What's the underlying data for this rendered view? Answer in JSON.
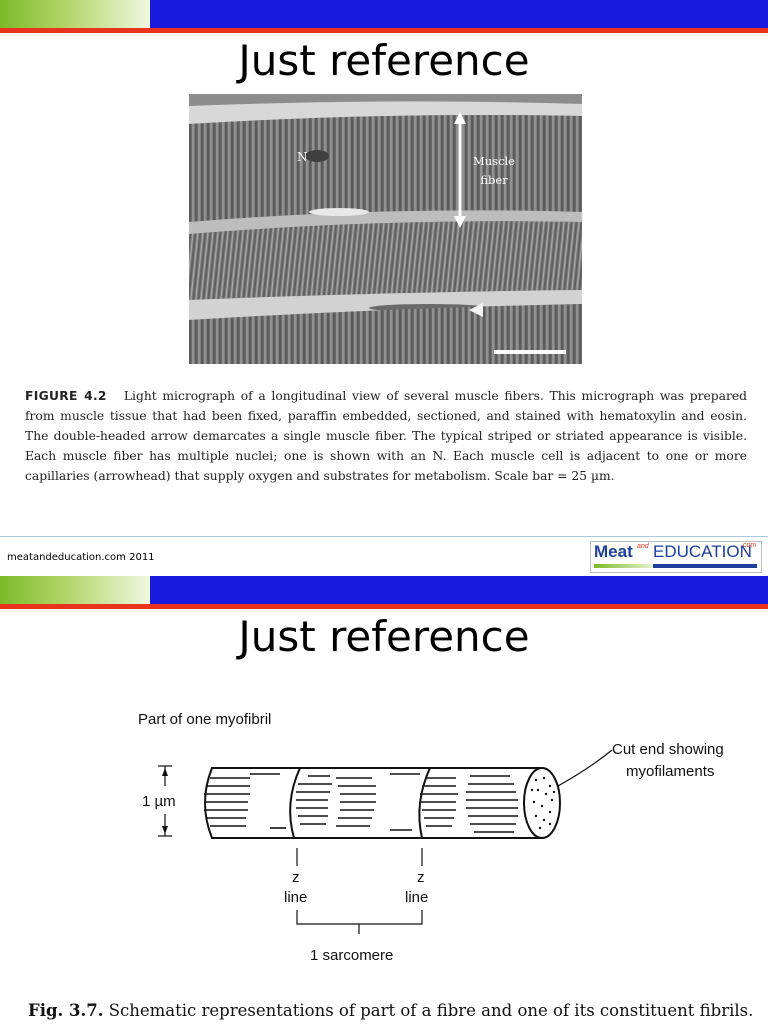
{
  "colors": {
    "header_green": "#7dba2a",
    "header_blue": "#1a1adf",
    "header_red": "#e8341c",
    "logo_blue": "#1b3f9a"
  },
  "slide1": {
    "title": "Just reference",
    "micrograph": {
      "label_n": "N",
      "label_fiber_1": "Muscle",
      "label_fiber_2": "fiber"
    },
    "caption": {
      "figure_label": "FIGURE 4.2",
      "text": "Light micrograph of a longitudinal view of several muscle fibers. This micrograph was prepared from muscle tissue that had been fixed, paraffin embedded, sectioned, and stained with hematoxylin and eosin. The double-headed arrow demarcates a single muscle fiber. The typical striped or striated appearance is visible. Each muscle fiber has multiple nuclei; one is shown with an N. Each muscle cell is adjacent to one or more capillaries (arrowhead) that supply oxygen and substrates for metabolism. Scale bar = 25 µm."
    },
    "footer": {
      "text": "meatandeducation.com 2011",
      "logo_meat": "Meat",
      "logo_and": "and",
      "logo_education": "EDUCATION",
      "logo_com": "com"
    }
  },
  "slide2": {
    "title": "Just reference",
    "diagram": {
      "heading": "Part of one myofibril",
      "scale_label": "1 µm",
      "cut_end_1": "Cut end showing",
      "cut_end_2": "myofilaments",
      "z_label": "z",
      "line_label": "line",
      "sarcomere_label": "1 sarcomere"
    },
    "caption": {
      "figure_label": "Fig. 3.7.",
      "text": "Schematic representations of part of a fibre and one of its constituent fibrils."
    }
  }
}
